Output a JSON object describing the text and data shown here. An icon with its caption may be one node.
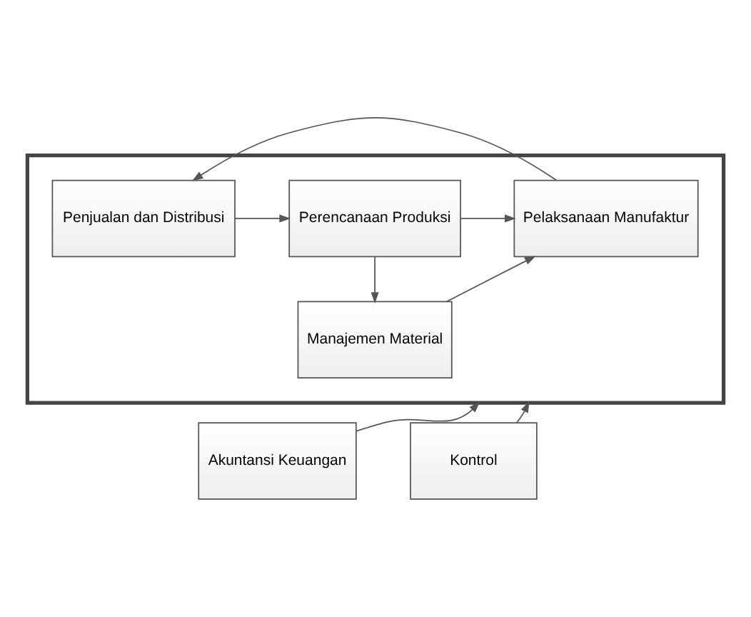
{
  "diagram": {
    "nodes": [
      {
        "text": [],
        "shape": "box"
      },
      {
        "text": [
          "Penjualan dan Distribusi"
        ],
        "in": 0
      },
      {
        "text": [
          "Perencanaan Produksi"
        ],
        "in": 0
      },
      {
        "text": [
          "Pelaksanaan Manufaktur"
        ],
        "in": 0
      },
      {
        "text": [
          "Manajemen Material"
        ],
        "in": 0
      },
      {
        "text": [
          "Akuntansi Keuangan"
        ]
      },
      {
        "text": [
          "Kontrol"
        ]
      }
    ],
    "edges": [
      {
        "from": 3,
        "to": 1,
        "arrow": "to"
      },
      {
        "from": 1,
        "to": 2,
        "arrow": "to"
      },
      {
        "from": 2,
        "to": 3,
        "arrow": "to"
      },
      {
        "from": 2,
        "to": 4,
        "arrow": "to"
      },
      {
        "from": 4,
        "to": 3,
        "arrow": "to"
      },
      {
        "from": 5,
        "to": 0,
        "arrow": "to"
      },
      {
        "from": 6,
        "to": 0,
        "arrow": "to"
      }
    ]
  }
}
